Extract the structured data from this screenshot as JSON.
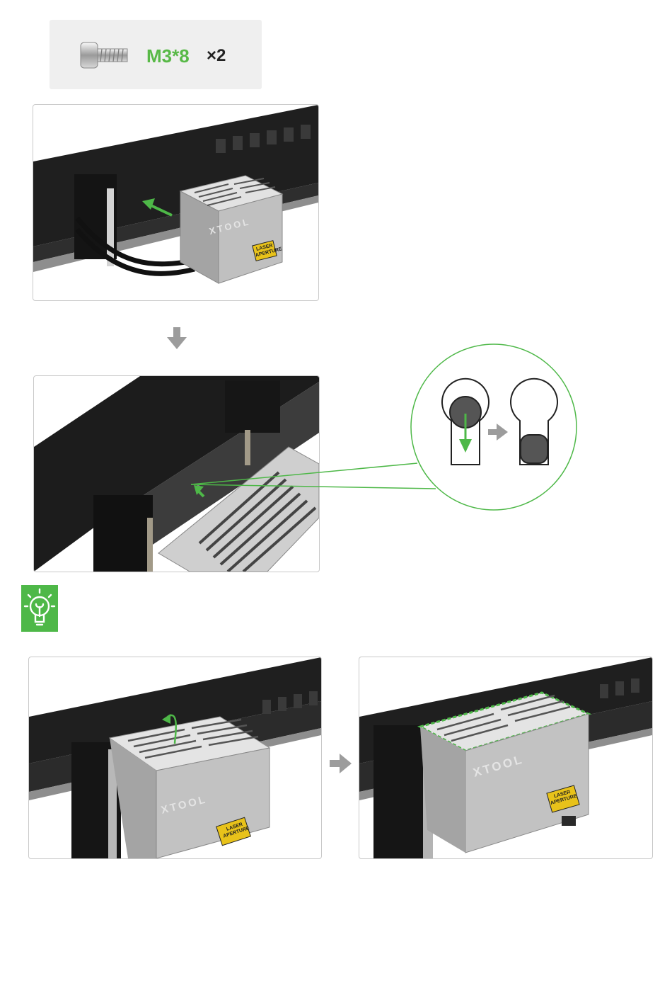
{
  "screw": {
    "label": "M3*8",
    "quantity": "×2"
  },
  "product": {
    "brand": "XTOOL",
    "aperture_label_line1": "LASER",
    "aperture_label_line2": "APERTURE"
  },
  "colors": {
    "accent_green": "#58b947",
    "arrow_gray": "#9c9c9c",
    "panel_bg": "#efefef",
    "rail_black": "#1f1f1f",
    "module_silver": "#bdbdbd",
    "warning_yellow": "#e8c21a"
  },
  "icons": [
    "screw-icon",
    "down-arrow-icon",
    "right-arrow-icon",
    "keyhole-slot-icon",
    "lightbulb-tip-icon",
    "rotate-arrow-icon"
  ]
}
